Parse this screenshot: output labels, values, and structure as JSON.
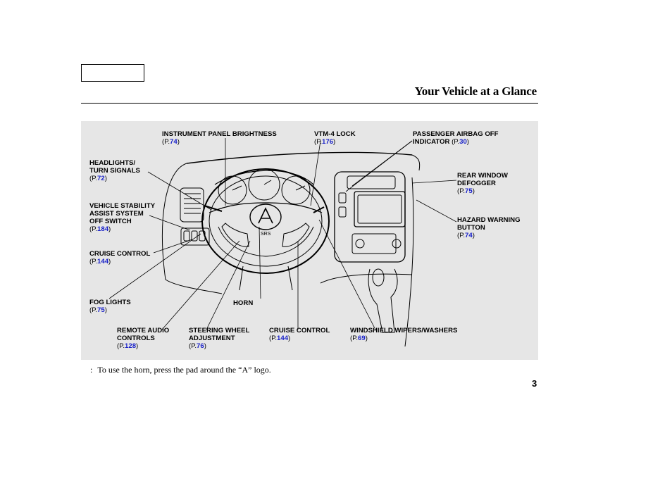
{
  "header": {
    "title": "Your Vehicle at a Glance"
  },
  "callouts": {
    "instrument_panel_brightness": {
      "lines": [
        "INSTRUMENT PANEL BRIGHTNESS"
      ],
      "page": "74"
    },
    "vtm4_lock": {
      "lines": [
        "VTM-4 LOCK"
      ],
      "page": "176"
    },
    "passenger_airbag_off": {
      "lines": [
        "PASSENGER AIRBAG OFF",
        "INDICATOR"
      ],
      "page": "30"
    },
    "headlights": {
      "lines": [
        "HEADLIGHTS/",
        "TURN SIGNALS"
      ],
      "page": "72"
    },
    "rear_window_defogger": {
      "lines": [
        "REAR WINDOW",
        "DEFOGGER"
      ],
      "page": "75"
    },
    "vehicle_stability": {
      "lines": [
        "VEHICLE STABILITY",
        "ASSIST SYSTEM",
        "OFF SWITCH"
      ],
      "page": "184"
    },
    "hazard_warning": {
      "lines": [
        "HAZARD WARNING",
        "BUTTON"
      ],
      "page": "74"
    },
    "cruise_control_left": {
      "lines": [
        "CRUISE CONTROL"
      ],
      "page": "144"
    },
    "fog_lights": {
      "lines": [
        "FOG LIGHTS"
      ],
      "page": "75"
    },
    "horn": {
      "lines": [
        "HORN"
      ]
    },
    "remote_audio": {
      "lines": [
        "REMOTE AUDIO",
        "CONTROLS"
      ],
      "page": "128"
    },
    "steering_wheel": {
      "lines": [
        "STEERING WHEEL",
        "ADJUSTMENT"
      ],
      "page": "76"
    },
    "cruise_control_bottom": {
      "lines": [
        "CRUISE CONTROL"
      ],
      "page": "144"
    },
    "wipers": {
      "lines": [
        "WINDSHIELD WIPERS/WASHERS"
      ],
      "page": "69"
    }
  },
  "page_ref_prefix": "(P.",
  "page_ref_suffix": ")",
  "footnote": {
    "marker": ":",
    "text": "To use the horn, press the pad around the “A” logo."
  },
  "page_number": "3"
}
